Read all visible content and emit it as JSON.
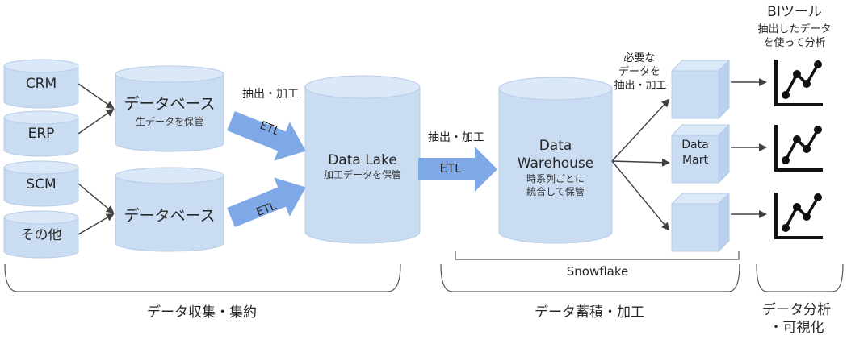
{
  "colors": {
    "cylinder_fill": "#c9dcf2",
    "cylinder_top": "#dbe8f7",
    "cylinder_stroke": "#b6cce8",
    "etl_arrow": "#7fa9e6",
    "connector": "#404040",
    "bracket": "#555555",
    "chart_icon": "#111111"
  },
  "icons": {
    "source_db": "cylinder-icon",
    "etl": "block-arrow-icon",
    "data_mart": "cube-icon",
    "bi_chart": "line-chart-icon"
  },
  "sources": [
    "CRM",
    "ERP",
    "SCM",
    "その他"
  ],
  "databases": [
    {
      "title": "データベース",
      "subtitle": "生データを保管"
    },
    {
      "title": "データベース",
      "subtitle": ""
    }
  ],
  "etl": {
    "label": "ETL",
    "caption": "抽出・加工"
  },
  "data_lake": {
    "title": "Data Lake",
    "subtitle": "加工データを保管"
  },
  "data_warehouse": {
    "title_line1": "Data",
    "title_line2": "Warehouse",
    "subtitle_line1": "時系列ごとに",
    "subtitle_line2": "統合して保管"
  },
  "mart_caption": {
    "line1": "必要な",
    "line2": "データを",
    "line3": "抽出・加工"
  },
  "data_mart": {
    "line1": "Data",
    "line2": "Mart"
  },
  "bi_tool": {
    "title": "BIツール",
    "line1": "抽出したデータ",
    "line2": "を使って分析"
  },
  "snowflake_label": "Snowflake",
  "phases": {
    "collect": "データ収集・集約",
    "store": "データ蓄積・加工",
    "analyze_line1": "データ分析",
    "analyze_line2": "・可視化"
  }
}
